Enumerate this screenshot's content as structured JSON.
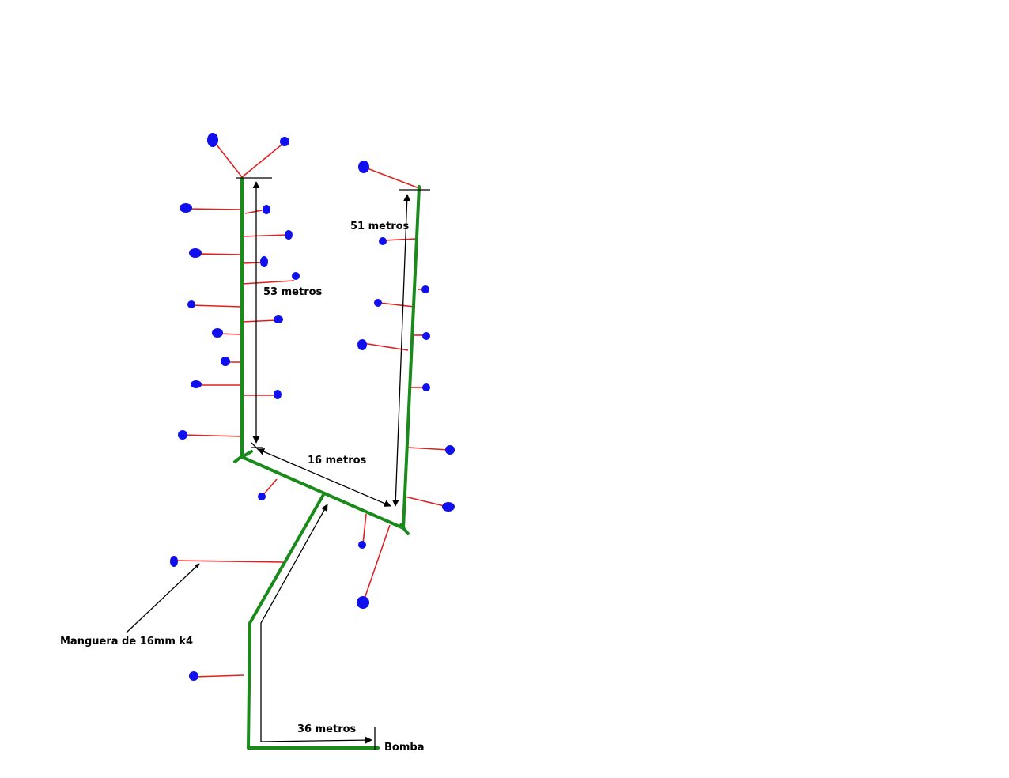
{
  "colors": {
    "main_hose": "#1a8a1a",
    "branch_hose": "#e02020",
    "emitter": "#1010ee",
    "dimension": "#000000",
    "background": "#ffffff"
  },
  "labels": {
    "left_leg_length": "53 metros",
    "right_leg_length": "51 metros",
    "cross_length": "16 metros",
    "feed_length": "36 metros",
    "pump": "Bomba",
    "hose_callout": "Manguera de 16mm k4"
  }
}
